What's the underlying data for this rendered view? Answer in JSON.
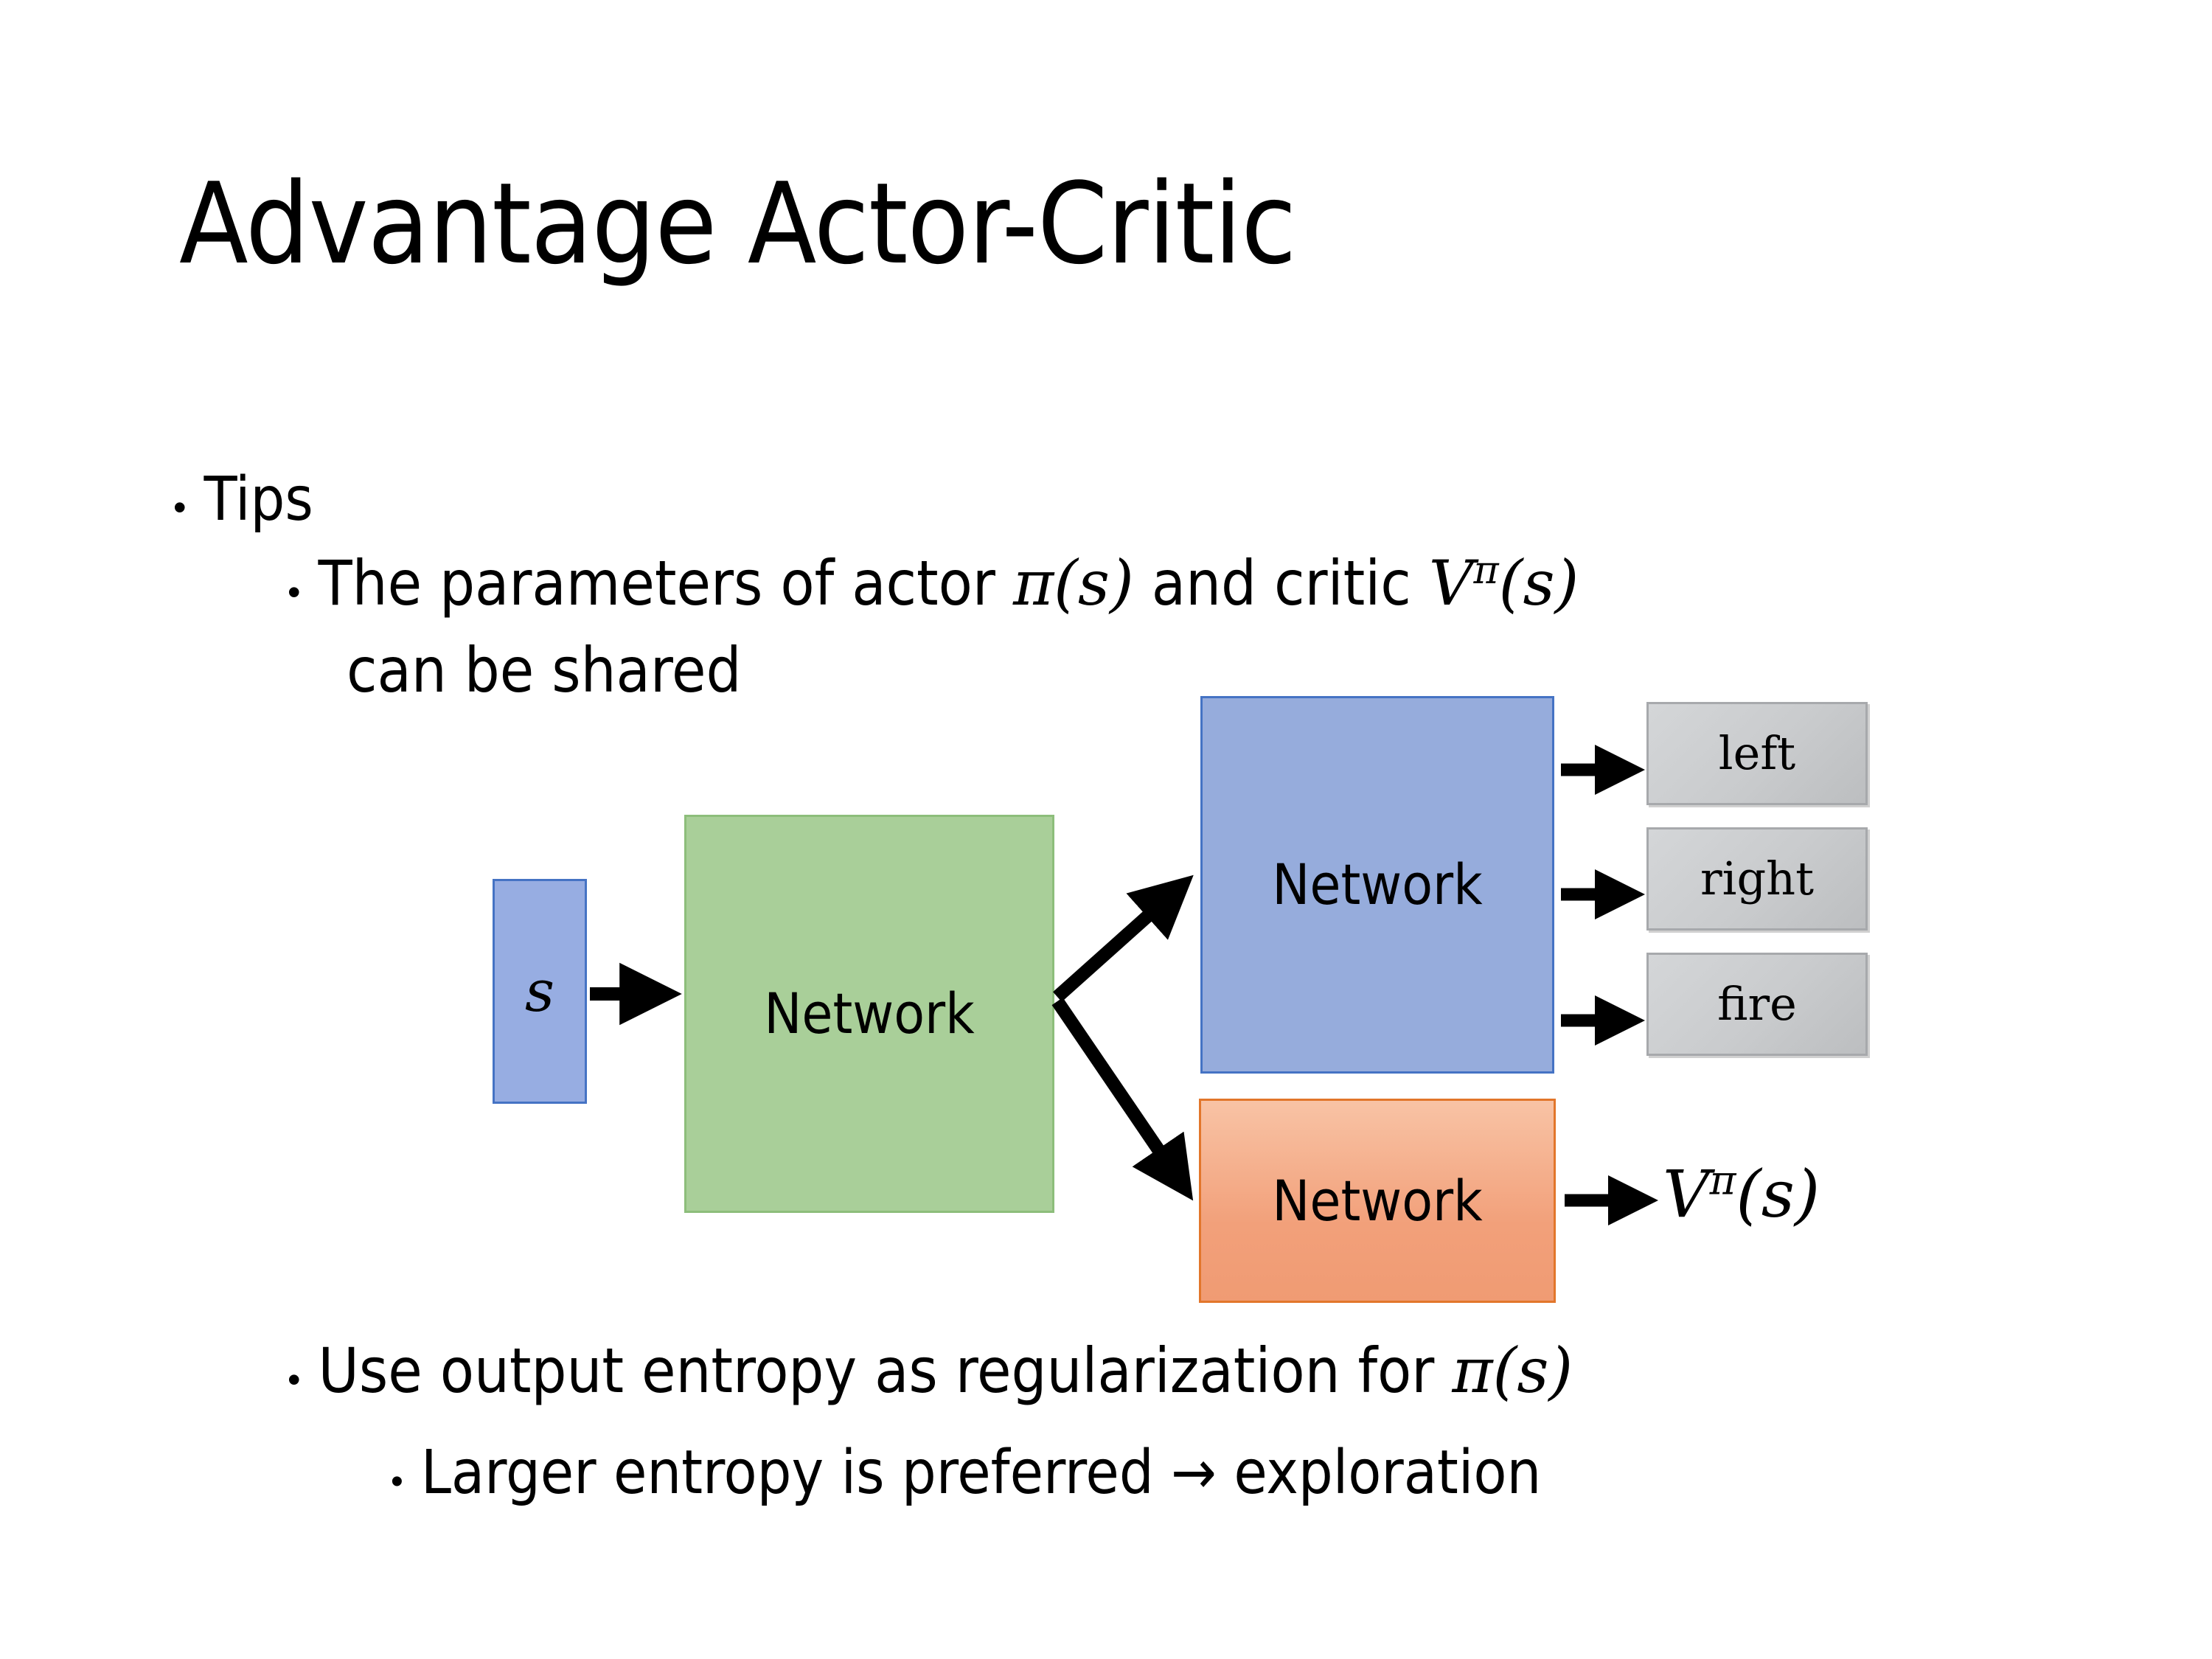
{
  "slide": {
    "title": "Advantage Actor-Critic",
    "background_color": "#FFFFFF"
  },
  "bullets": {
    "level1_tips": "Tips",
    "level2_params": {
      "prefix": "The parameters of actor ",
      "math_actor_pi": "π",
      "math_actor_arg": "(s)",
      "middle": "  and critic ",
      "math_critic_V": "V",
      "math_critic_sup": "π",
      "math_critic_arg": "(s)",
      "line2": "can be shared"
    },
    "level2_entropy": {
      "prefix": "Use output entropy as regularization for ",
      "math_pi": "π",
      "math_arg": "(s)"
    },
    "level3_larger": "Larger entropy is preferred → exploration"
  },
  "diagram": {
    "input_node": {
      "label": "s",
      "fill": "#97ADE2",
      "border": "#4573C4"
    },
    "shared_node": {
      "label": "Network",
      "fill": "#A9CF99",
      "border": "#8DBE7B"
    },
    "actor_node": {
      "label": "Network",
      "fill": "#96ACDC",
      "border": "#4573C4"
    },
    "critic_node": {
      "label": "Network",
      "fill": "#F2A07A",
      "border": "#E2762B"
    },
    "action_outputs": [
      {
        "label": "left"
      },
      {
        "label": "right"
      },
      {
        "label": "fire"
      }
    ],
    "value_output": {
      "V": "V",
      "sup": "π",
      "arg": "(s)"
    },
    "arrow_color": "#000000"
  }
}
